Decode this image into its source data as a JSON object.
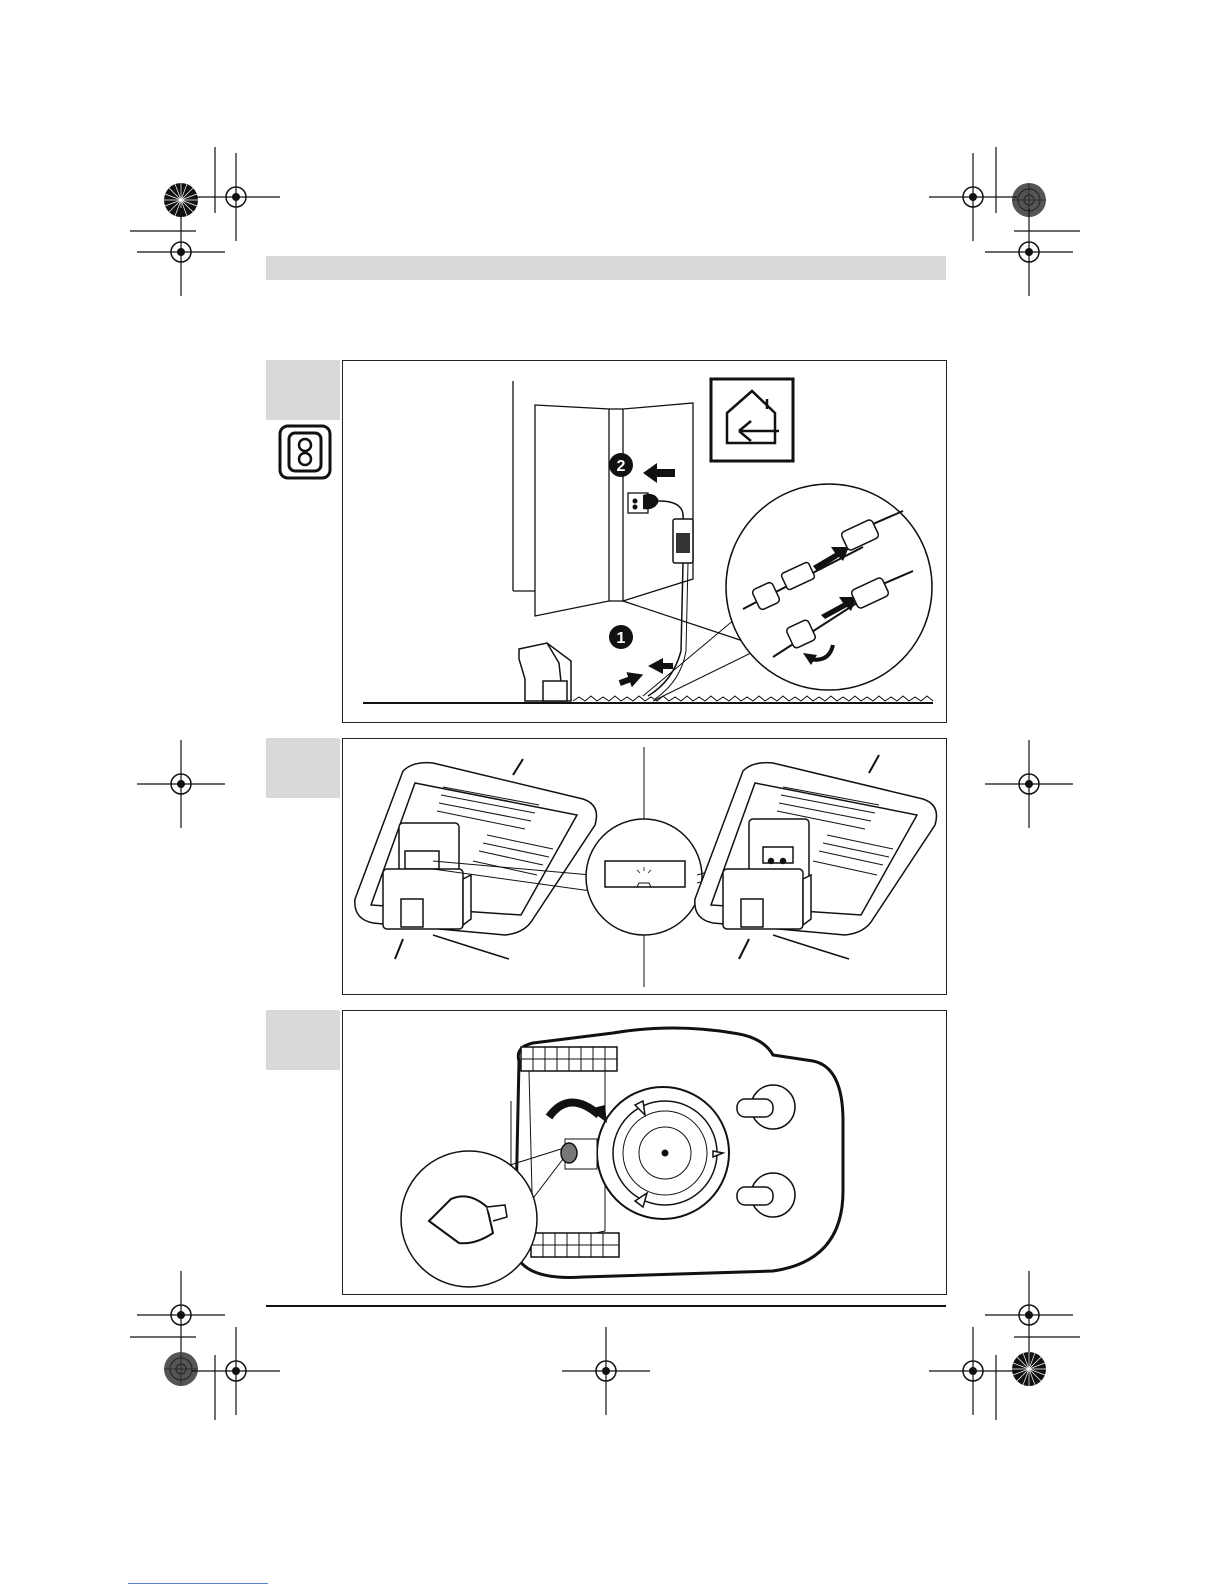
{
  "page": {
    "header_band_color": "#d9d9d9",
    "panel_border_color": "#222222",
    "footer_link_color": "#5a7fd0"
  },
  "figures": [
    {
      "id": "figure-1",
      "steps": [
        "1",
        "2"
      ],
      "icons": [
        "read-manual-icon",
        "indoor-house-icon",
        "power-outlet-icon",
        "power-supply-icon",
        "cable-connector-icon",
        "docking-station-icon"
      ]
    },
    {
      "id": "figure-2",
      "icons": [
        "docking-station-icon",
        "status-led-icon"
      ]
    },
    {
      "id": "figure-3",
      "icons": [
        "blade-disc-icon",
        "lock-knob-icon",
        "rotate-arrow-icon",
        "wheel-icon"
      ]
    }
  ]
}
